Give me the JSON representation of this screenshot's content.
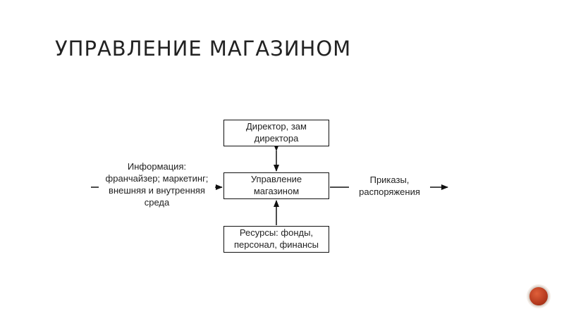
{
  "slide": {
    "title": "УПРАВЛЕНИЕ МАГАЗИНОМ"
  },
  "diagram": {
    "top_box": "Директор, зам\nдиректора",
    "center_box": "Управление\nмагазином",
    "bottom_box": "Ресурсы: фонды,\nперсонал, финансы",
    "left_label": "Информация:\nфранчайзер; маркетинг;\nвнешняя и внутренняя\nсреда",
    "right_label": "Приказы,\nраспоряжения"
  },
  "colors": {
    "line": "#111111",
    "nav_accent": "#c0412a"
  },
  "icons": {
    "nav": "navigation-circle-icon"
  }
}
